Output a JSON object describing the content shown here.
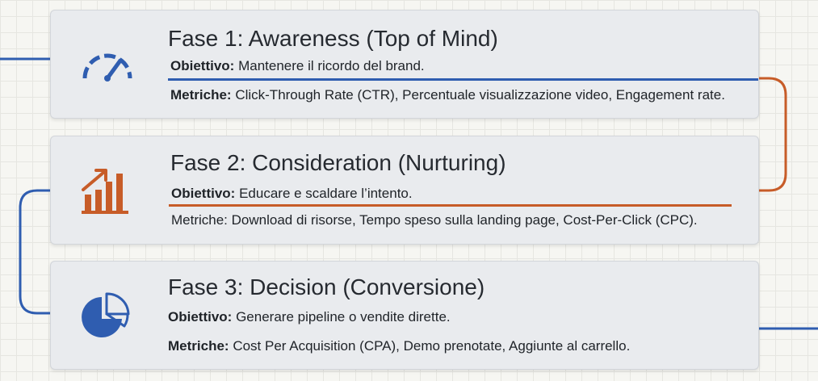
{
  "colors": {
    "blue": "#2f5db0",
    "orange": "#c75c28",
    "card": "#e9ebee"
  },
  "phases": [
    {
      "icon": "speedometer-icon",
      "title": "Fase 1: Awareness (Top of Mind)",
      "objective_label": "Obiettivo:",
      "objective": "Mantenere il ricordo del brand.",
      "metrics_label": "Metriche:",
      "metrics": "Click-Through Rate (CTR), Percentuale visualizzazione video, Engagement rate."
    },
    {
      "icon": "bar-chart-growth-icon",
      "title": "Fase 2: Consideration (Nurturing)",
      "objective_label": "Obiettivo:",
      "objective": "Educare e scaldare l’intento.",
      "metrics_label": "Metriche:",
      "metrics": "Download di risorse, Tempo speso sulla landing page, Cost-Per-Click (CPC)."
    },
    {
      "icon": "pie-chart-icon",
      "title": "Fase 3: Decision (Conversione)",
      "objective_label": "Obiettivo:",
      "objective": "Generare pipeline o vendite dirette.",
      "metrics_label": "Metriche:",
      "metrics": "Cost Per Acquisition (CPA), Demo prenotate, Aggiunte al carrello."
    }
  ]
}
